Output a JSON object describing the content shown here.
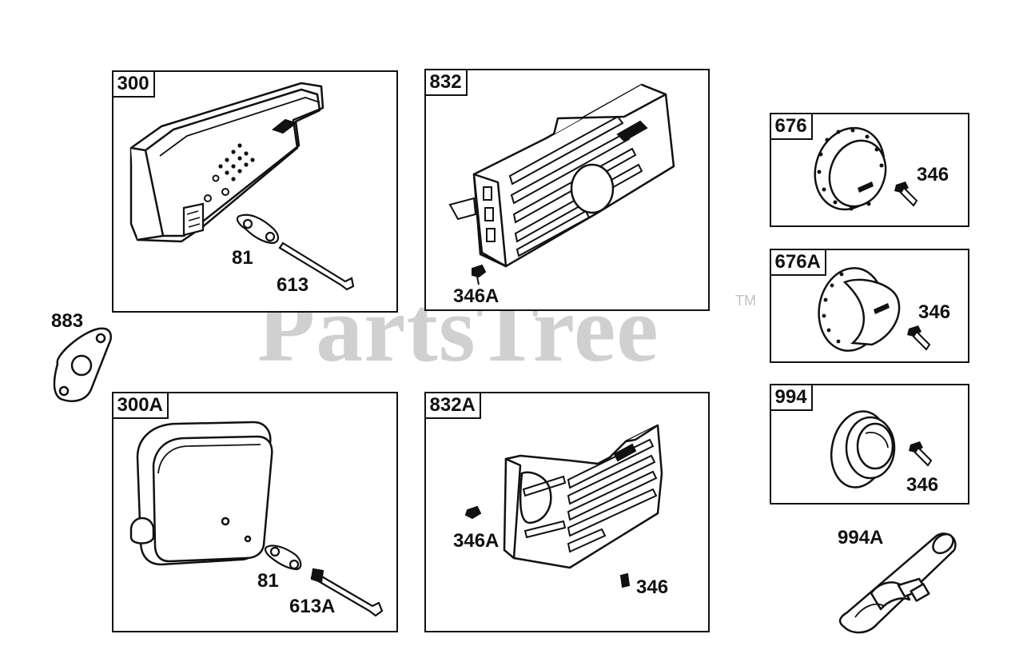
{
  "watermark": {
    "text": "PartsTree",
    "tm": "TM"
  },
  "panels": {
    "p300": {
      "label": "300"
    },
    "p832": {
      "label": "832"
    },
    "p300a": {
      "label": "300A"
    },
    "p832a": {
      "label": "832A"
    },
    "p676": {
      "label": "676"
    },
    "p676a": {
      "label": "676A"
    },
    "p994": {
      "label": "994"
    }
  },
  "callouts": {
    "c81_top": "81",
    "c613": "613",
    "c346a_top": "346A",
    "c883": "883",
    "c81_bot": "81",
    "c613a": "613A",
    "c346a_bot": "346A",
    "c346_832a": "346",
    "c346_676": "346",
    "c346_676a": "346",
    "c346_994": "346",
    "c994a": "994A"
  }
}
